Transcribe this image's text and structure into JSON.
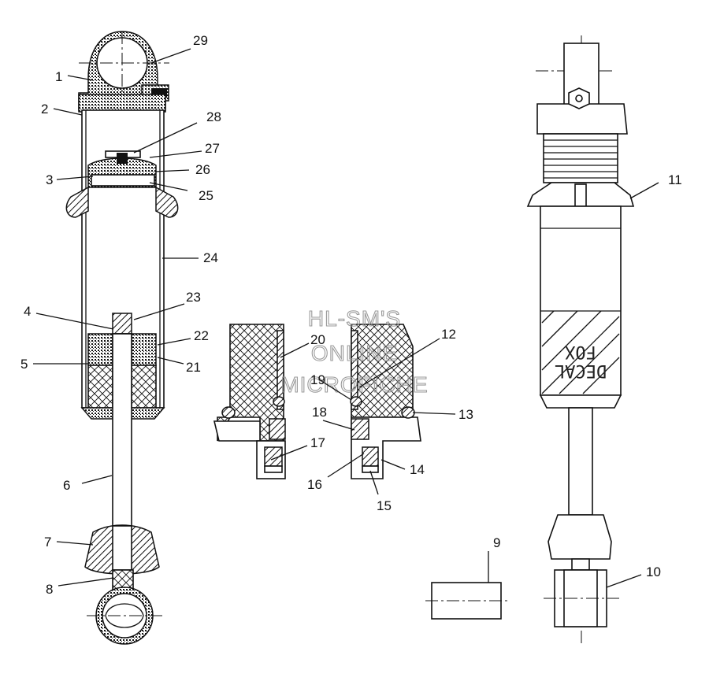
{
  "watermark": {
    "line1": "HL-SM'S",
    "line2": "ONLINE",
    "line3": "MICROFICHE"
  },
  "decal_text": {
    "line1": "DECAL",
    "line2": "FOX"
  },
  "callouts": [
    {
      "id": "c1",
      "label": "1"
    },
    {
      "id": "c2",
      "label": "2"
    },
    {
      "id": "c3",
      "label": "3"
    },
    {
      "id": "c4",
      "label": "4"
    },
    {
      "id": "c5",
      "label": "5"
    },
    {
      "id": "c6",
      "label": "6"
    },
    {
      "id": "c7",
      "label": "7"
    },
    {
      "id": "c8",
      "label": "8"
    },
    {
      "id": "c9",
      "label": "9"
    },
    {
      "id": "c10",
      "label": "10"
    },
    {
      "id": "c11",
      "label": "11"
    },
    {
      "id": "c12",
      "label": "12"
    },
    {
      "id": "c13",
      "label": "13"
    },
    {
      "id": "c14",
      "label": "14"
    },
    {
      "id": "c15",
      "label": "15"
    },
    {
      "id": "c16",
      "label": "16"
    },
    {
      "id": "c17",
      "label": "17"
    },
    {
      "id": "c18",
      "label": "18"
    },
    {
      "id": "c19",
      "label": "19"
    },
    {
      "id": "c20",
      "label": "20"
    },
    {
      "id": "c21",
      "label": "21"
    },
    {
      "id": "c22",
      "label": "22"
    },
    {
      "id": "c23",
      "label": "23"
    },
    {
      "id": "c24",
      "label": "24"
    },
    {
      "id": "c25",
      "label": "25"
    },
    {
      "id": "c26",
      "label": "26"
    },
    {
      "id": "c27",
      "label": "27"
    },
    {
      "id": "c28",
      "label": "28"
    },
    {
      "id": "c29",
      "label": "29"
    }
  ]
}
